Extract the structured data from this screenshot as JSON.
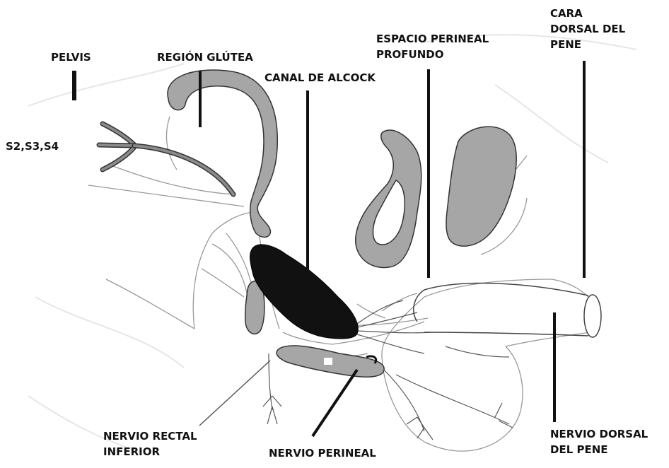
{
  "labels": {
    "pelvis": "PELVIS",
    "region_glutea": "REGIÓN GLÚTEA",
    "canal_alcock": "CANAL DE ALCOCK",
    "espacio_perineal": [
      "ESPACIO PERINEAL",
      "PROFUNDO"
    ],
    "cara_dorsal": [
      "CARA",
      "DORSAL DEL",
      "PENE"
    ],
    "s2s3s4": "S2,S3,S4",
    "nervio_rectal": [
      "NERVIO RECTAL",
      "INFERIOR"
    ],
    "nervio_perineal": "NERVIO PERINEAL",
    "nervio_dorsal": [
      "NERVIO DORSAL",
      "DEL PENE"
    ]
  },
  "colors": {
    "gray_fill": "#a6a6a6",
    "black_fill": "#111111",
    "outline": "#333333",
    "pointer": "#111111"
  }
}
